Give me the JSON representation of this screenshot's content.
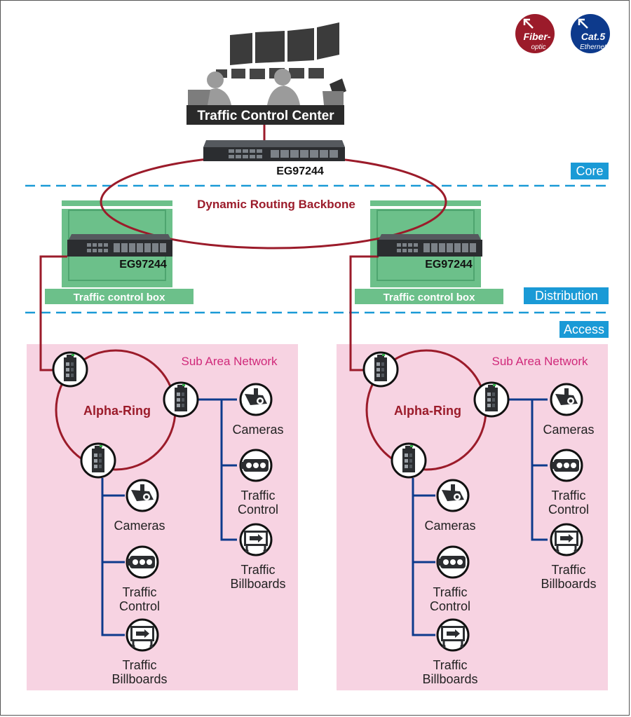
{
  "legend": {
    "fiber": {
      "line1": "Fiber-",
      "line2": "optic",
      "color": "#9b1b2a"
    },
    "cat5": {
      "line1": "Cat.5",
      "line2": "Ethernet",
      "color": "#0d3a8c"
    }
  },
  "control_center": {
    "title": "Traffic Control Center"
  },
  "core_switch": {
    "model": "EG97244"
  },
  "backbone": {
    "label": "Dynamic Routing Backbone"
  },
  "tiers": {
    "core": "Core",
    "distribution": "Distribution",
    "access": "Access"
  },
  "distribution_nodes": [
    {
      "model": "EG97244",
      "box_label": "Traffic control box"
    },
    {
      "model": "EG97244",
      "box_label": "Traffic control box"
    }
  ],
  "sub_areas": [
    {
      "title": "Sub Area Network",
      "ring_label": "Alpha-Ring",
      "right_devices": [
        {
          "icon": "camera-icon",
          "line1": "Cameras",
          "line2": ""
        },
        {
          "icon": "traffic-light-icon",
          "line1": "Traffic",
          "line2": "Control"
        },
        {
          "icon": "billboard-icon",
          "line1": "Traffic",
          "line2": "Billboards"
        }
      ],
      "bottom_devices": [
        {
          "icon": "camera-icon",
          "line1": "Cameras",
          "line2": ""
        },
        {
          "icon": "traffic-light-icon",
          "line1": "Traffic",
          "line2": "Control"
        },
        {
          "icon": "billboard-icon",
          "line1": "Traffic",
          "line2": "Billboards"
        }
      ]
    },
    {
      "title": "Sub Area Network",
      "ring_label": "Alpha-Ring",
      "right_devices": [
        {
          "icon": "camera-icon",
          "line1": "Cameras",
          "line2": ""
        },
        {
          "icon": "traffic-light-icon",
          "line1": "Traffic",
          "line2": "Control"
        },
        {
          "icon": "billboard-icon",
          "line1": "Traffic",
          "line2": "Billboards"
        }
      ],
      "bottom_devices": [
        {
          "icon": "camera-icon",
          "line1": "Cameras",
          "line2": ""
        },
        {
          "icon": "traffic-light-icon",
          "line1": "Traffic",
          "line2": "Control"
        },
        {
          "icon": "billboard-icon",
          "line1": "Traffic",
          "line2": "Billboards"
        }
      ]
    }
  ],
  "colors": {
    "fiber_line": "#9b1b2a",
    "ethernet_line": "#0d3a8c",
    "tier_band": "#1a9ad6",
    "control_box": "#6cc08a",
    "sub_area_bg": "#f7d3e2"
  }
}
